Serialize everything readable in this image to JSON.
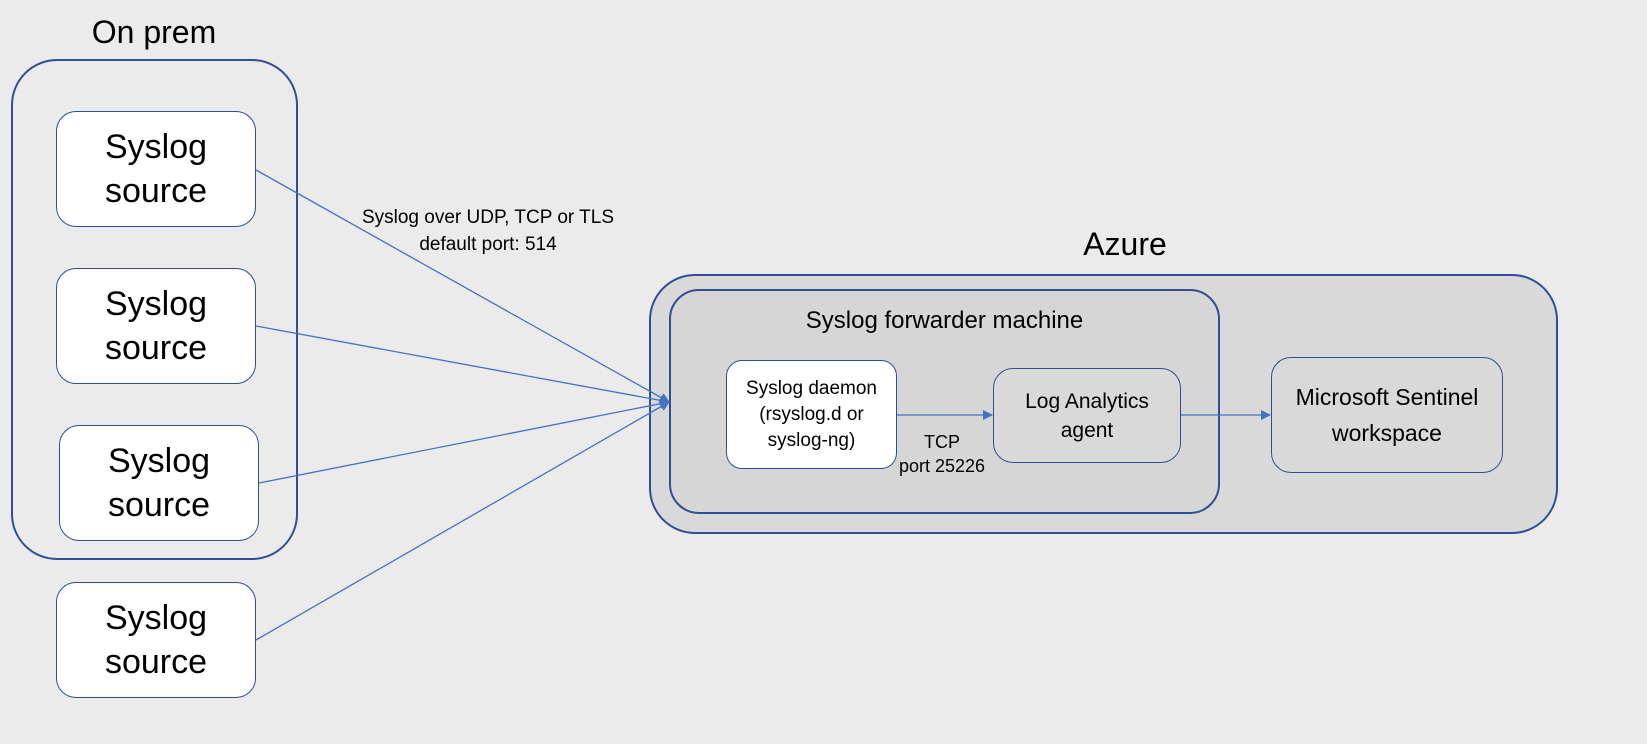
{
  "on_prem": {
    "title": "On prem",
    "sources": [
      {
        "label": "Syslog\nsource"
      },
      {
        "label": "Syslog\nsource"
      },
      {
        "label": "Syslog\nsource"
      },
      {
        "label": "Syslog\nsource"
      }
    ]
  },
  "link_label": "Syslog over UDP, TCP or TLS\ndefault port: 514",
  "azure": {
    "title": "Azure",
    "forwarder": {
      "title": "Syslog forwarder machine",
      "daemon": "Syslog daemon\n(rsyslog.d or\nsyslog-ng)",
      "agent": "Log Analytics\nagent",
      "tcp_label": "TCP\nport 25226"
    },
    "workspace": "Microsoft Sentinel\nworkspace"
  },
  "colors": {
    "border": "#2f4f94",
    "arrow": "#4472c4",
    "background": "#ebebeb",
    "azure_fill": "#d9d9d9",
    "forwarder_fill": "#d6d6d6"
  }
}
